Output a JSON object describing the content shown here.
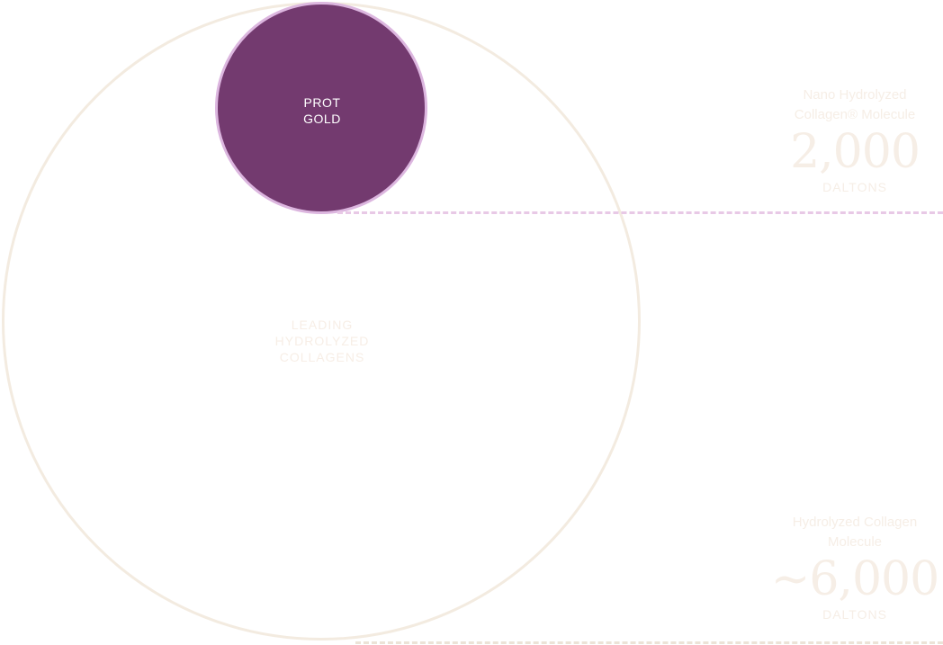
{
  "diagram": {
    "inner_circle": {
      "label_line_1": "PROT",
      "label_line_2": "GOLD",
      "fill_color": "#733a6f",
      "stroke_color": "#dcb6df"
    },
    "outer_circle": {
      "label_line_1": "LEADING",
      "label_line_2": "HYDROLYZED",
      "label_line_3": "COLLAGENS",
      "stroke_color": "#f3ebe0"
    },
    "top_stat": {
      "description_line_1": "Nano Hydrolyzed",
      "description_line_2": "Collagen® Molecule",
      "value": "2,000",
      "unit": "DALTONS"
    },
    "bottom_stat": {
      "description_line_1": "Hydrolyzed Collagen",
      "description_line_2": "Molecule",
      "value": "~6,000",
      "unit": "DALTONS"
    }
  }
}
